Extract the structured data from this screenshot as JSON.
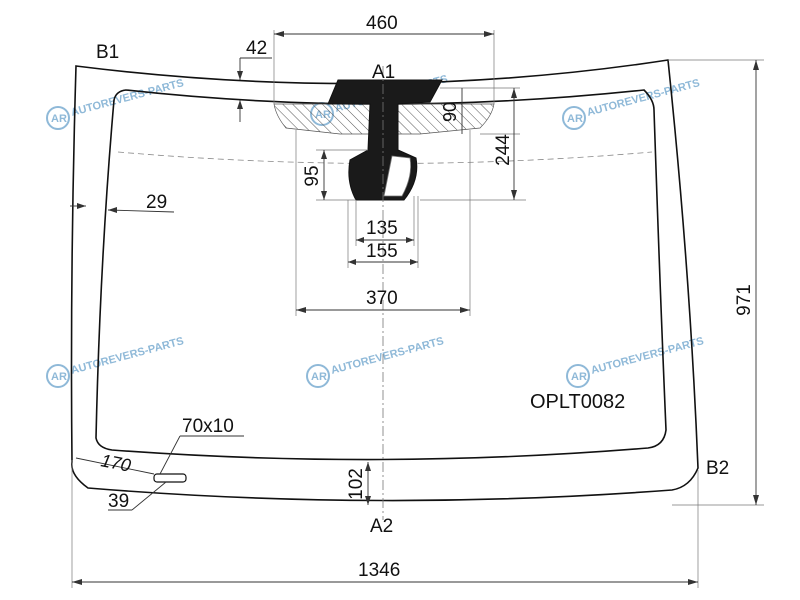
{
  "part_code": "OPLT0082",
  "watermark_text": "AUTOREVERS-PARTS",
  "watermark_logo": "AR",
  "points": {
    "b1": "B1",
    "b2": "B2",
    "a1": "A1",
    "a2": "A2"
  },
  "dimensions": {
    "overall_width": "1346",
    "overall_height": "971",
    "top_band_width": "460",
    "top_margin": "42",
    "shade_band_depth": "90",
    "mirror_zone_depth": "244",
    "mirror_base_height": "95",
    "mirror_base_width_inner": "135",
    "mirror_base_width_outer": "155",
    "bracket_zone_width": "370",
    "side_margin": "29",
    "vin_window_size": "70x10",
    "vin_window_offset": "170",
    "vin_window_bottom": "39",
    "bottom_margin": "102"
  },
  "colors": {
    "outline": "#111111",
    "watermark": "#8fb9d8",
    "mirror_patch": "#1a1a1a"
  }
}
